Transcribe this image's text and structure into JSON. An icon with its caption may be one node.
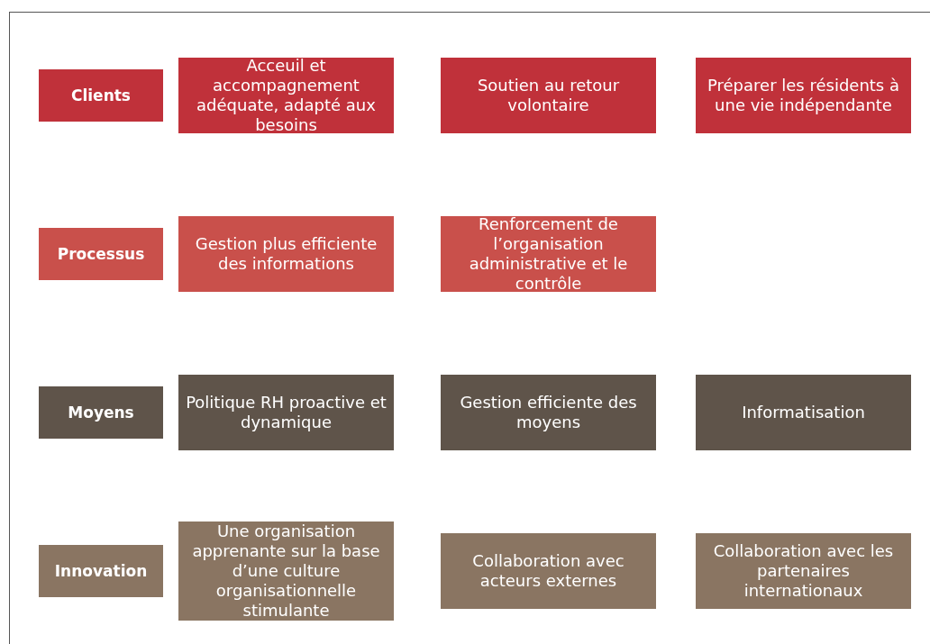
{
  "diagram": {
    "nodes": [
      {
        "text": [
          "Clients"
        ]
      },
      {
        "text": [
          "Acceuil et accompagnement adéquate, adapté aux besoins"
        ]
      },
      {
        "text": [
          "Soutien au retour volontaire"
        ]
      },
      {
        "text": [
          "Préparer les résidents à une vie indépendante"
        ]
      },
      {
        "text": [
          "Processus"
        ]
      },
      {
        "text": [
          "Gestion plus efficiente des informations"
        ]
      },
      {
        "text": [
          "Renforcement de l’organisation administrative et le contrôle"
        ]
      },
      {
        "text": [
          "Moyens"
        ]
      },
      {
        "text": [
          "Politique RH proactive et dynamique"
        ]
      },
      {
        "text": [
          "Gestion efficiente des moyens"
        ]
      },
      {
        "text": [
          "Informatisation"
        ]
      },
      {
        "text": [
          "Innovation"
        ]
      },
      {
        "text": [
          "Une organisation apprenante sur la base d’une culture organisationnelle stimulante"
        ]
      },
      {
        "text": [
          "Collaboration avec acteurs externes"
        ]
      },
      {
        "text": [
          "Collaboration avec les partenaires internationaux"
        ]
      }
    ]
  }
}
